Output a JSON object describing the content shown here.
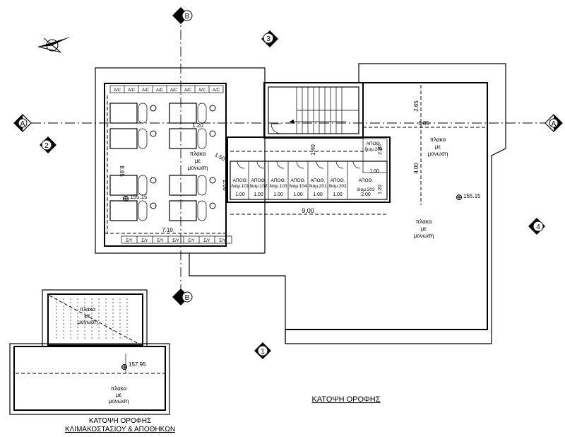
{
  "titles": {
    "main_plan": "ΚΑΤΟΨΗ ΟΡΟΦΗΣ",
    "small_plan_line1": "ΚΑΤΟΨΗ ΟΡΟΦΗΣ",
    "small_plan_line2": "ΚΛΙΜΑΚΟΣΤΑΣΙΟΥ & ΑΠΟΘΗΚΩΝ"
  },
  "grid_axes": {
    "A_left": "A",
    "A_right": "A",
    "B_top": "B",
    "B_bottom": "B",
    "axis_1": "1",
    "axis_2": "2",
    "axis_3": "3",
    "axis_4": "4"
  },
  "slab_note": {
    "line1": "πλακα",
    "line2": "με",
    "line3": "μονωση"
  },
  "ac_label": "A/C",
  "solar_label": "Σ/Υ",
  "storage_units_upper": [
    {
      "name": "ΑΠΟΘ.",
      "id": "διαμ.101",
      "width": "1.00"
    },
    {
      "name": "ΑΠΟΘ.",
      "id": "διαμ.102",
      "width": "1.00"
    },
    {
      "name": "ΑΠΟΘ.",
      "id": "διαμ.103",
      "width": "1.00"
    },
    {
      "name": "ΑΠΟΘ.",
      "id": "διαμ.104",
      "width": "1.00"
    },
    {
      "name": "ΑΠΟΘ.",
      "id": "διαμ.201",
      "width": "1.00"
    },
    {
      "name": "ΑΠΟΘ.",
      "id": "διαμ.202",
      "width": "1.00"
    }
  ],
  "storage_203": {
    "name": "ΑΠΟΘ.",
    "id": "διαμ.203",
    "width": "2.00"
  },
  "storage_204": {
    "name": "ΑΠΟΘ.",
    "id": "διαμ.204",
    "width": "1.00"
  },
  "dimensions": {
    "d_895": "8.95",
    "d_710": "7.10",
    "d_120a": "1.20",
    "d_150": "1.50",
    "d_200": "2.00",
    "d_140": "1.40",
    "d_900": "9.00",
    "d_685": "6.85",
    "d_265": "2.65",
    "d_400": "4.00",
    "d_230": "2.30",
    "d_120b": "1.20"
  },
  "levels": {
    "lv_left": "155.15",
    "lv_right": "155.15",
    "lv_small": "157.95"
  }
}
